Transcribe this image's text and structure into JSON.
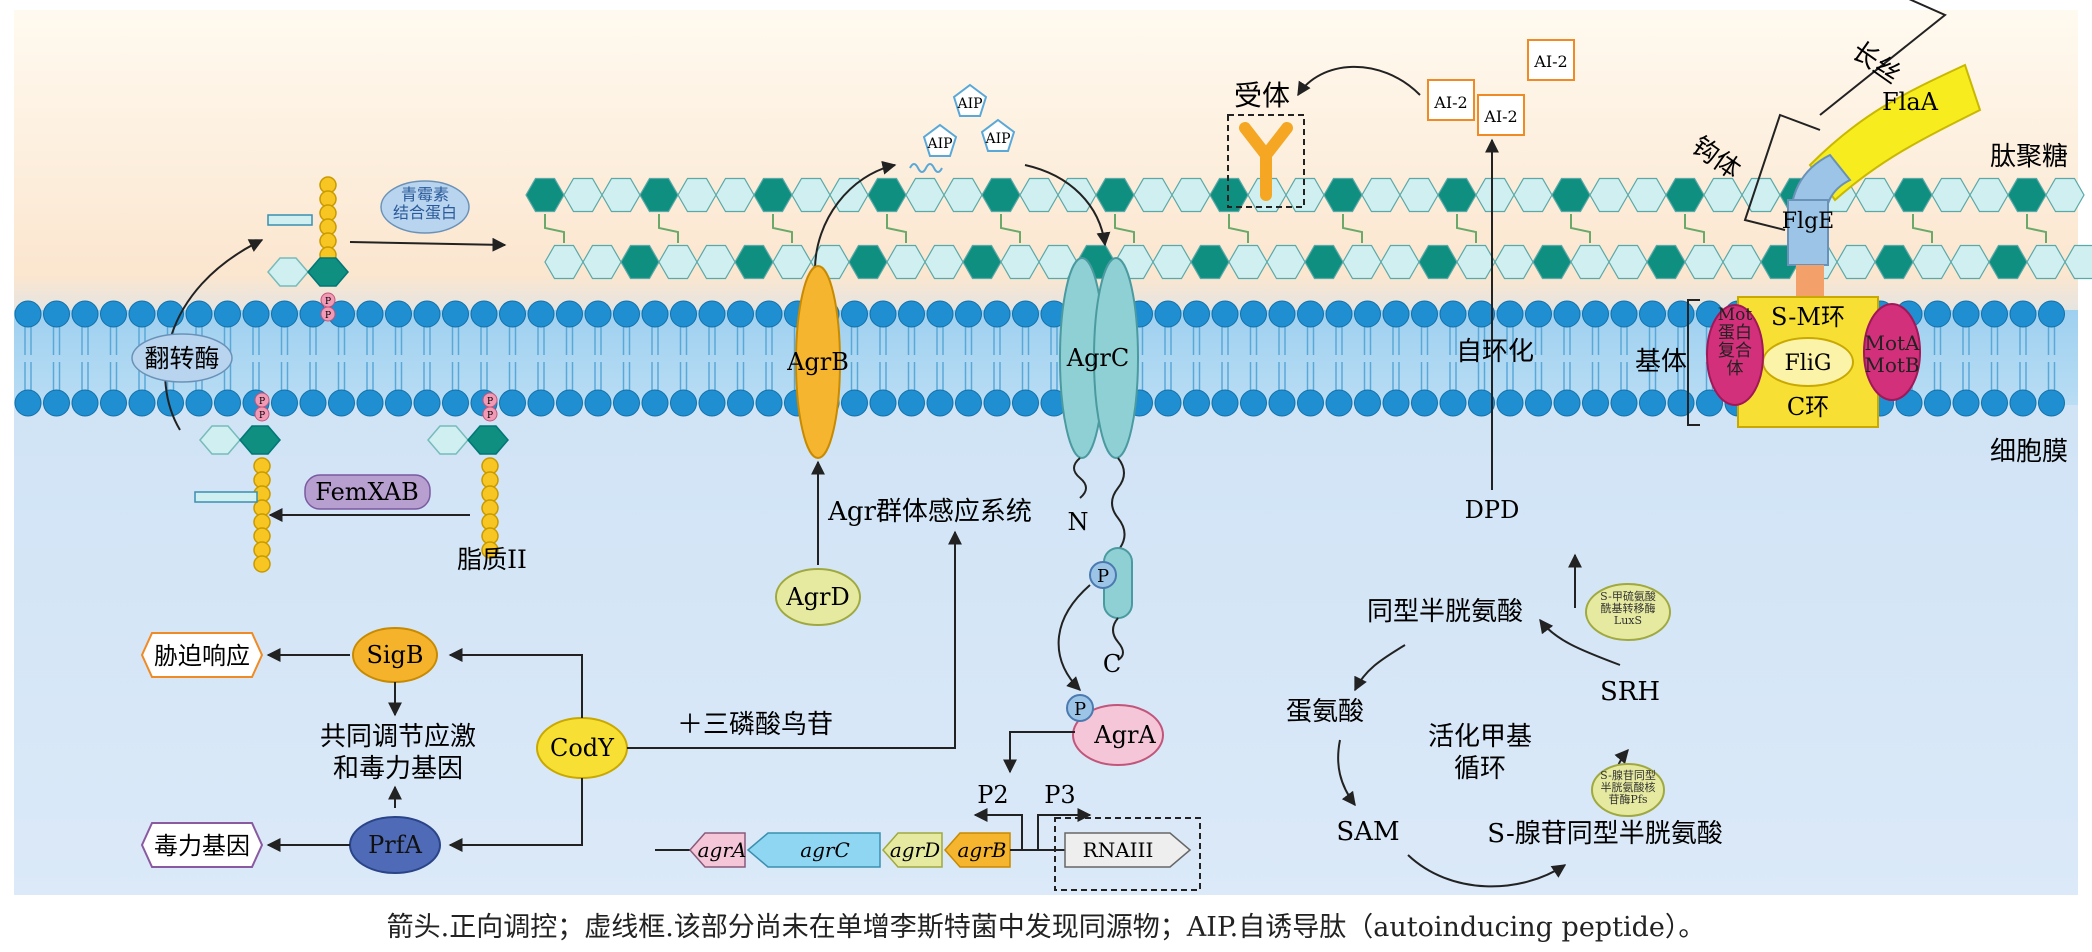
{
  "labels": {
    "peptidoglycan": "肽聚糖",
    "cell_membrane": "细胞膜",
    "filament": "长丝",
    "hook": "钩体",
    "basal_body": "基体",
    "receptor": "受体",
    "autocyclization": "自环化",
    "dpd": "DPD",
    "flippase": "翻转酶",
    "pbp": "青霉素\n结合蛋白",
    "lipid2": "脂质II",
    "femxab": "FemXAB",
    "agr_system": "Agr群体感应系统",
    "gtp": "＋三磷酸鸟苷",
    "coregulate": "共同调节应激\n和毒力基因",
    "stress_response": "胁迫响应",
    "virulence_genes": "毒力基因",
    "n_term": "N",
    "c_term": "C",
    "p_label": "P",
    "pp_label": "P",
    "p2": "P2",
    "p3": "P3",
    "homocysteine": "同型半胱氨酸",
    "methionine": "蛋氨酸",
    "sam": "SAM",
    "srh": "SRH",
    "sah": "S-腺苷同型半胱氨酸",
    "amc": "活化甲基\n循环",
    "luxs": "S-甲硫氨酸\n酰基转移酶\nLuxS",
    "pfs": "S-腺苷同型\n半胱氨酸核\n苷酶Pfs"
  },
  "proteins": {
    "agrB": "AgrB",
    "agrC": "AgrC",
    "agrD": "AgrD",
    "agrA": "AgrA",
    "sigB": "SigB",
    "codY": "CodY",
    "prfA": "PrfA",
    "flaA": "FlaA",
    "flgE": "FlgE",
    "fliG": "FliG",
    "smRing": "S-M环",
    "cRing": "C环",
    "mot_complex": "Mot\n蛋白\n复合\n体",
    "motAB": "MotA\nMotB"
  },
  "signals": {
    "aip": [
      "AIP",
      "AIP",
      "AIP"
    ],
    "ai2": [
      "AI-2",
      "AI-2",
      "AI-2"
    ]
  },
  "genes": [
    "agrA",
    "agrC",
    "agrD",
    "agrB"
  ],
  "rnaiii": "RNAIII",
  "caption": "箭头.正向调控；虚线框.该部分尚未在单增李斯特菌中发现同源物；AIP.自诱导肽（autoinducing peptide）。",
  "colors": {
    "membrane_head": "#1f8fd1",
    "peptidoglycan_dark": "#0e8f7f",
    "peptidoglycan_light": "#cfeff0",
    "agrB": "#f5b52f",
    "agrC": "#8fd0d4",
    "agrD": "#e6eaa0",
    "agrA": "#f4c6d8",
    "sigB": "#f5b32c",
    "codY": "#f7e033",
    "prfA": "#4f6bb8",
    "femxab": "#b79fd0",
    "flaA": "#f7ec1d",
    "flgE": "#9cc4e6",
    "mot": "#d2307a"
  }
}
